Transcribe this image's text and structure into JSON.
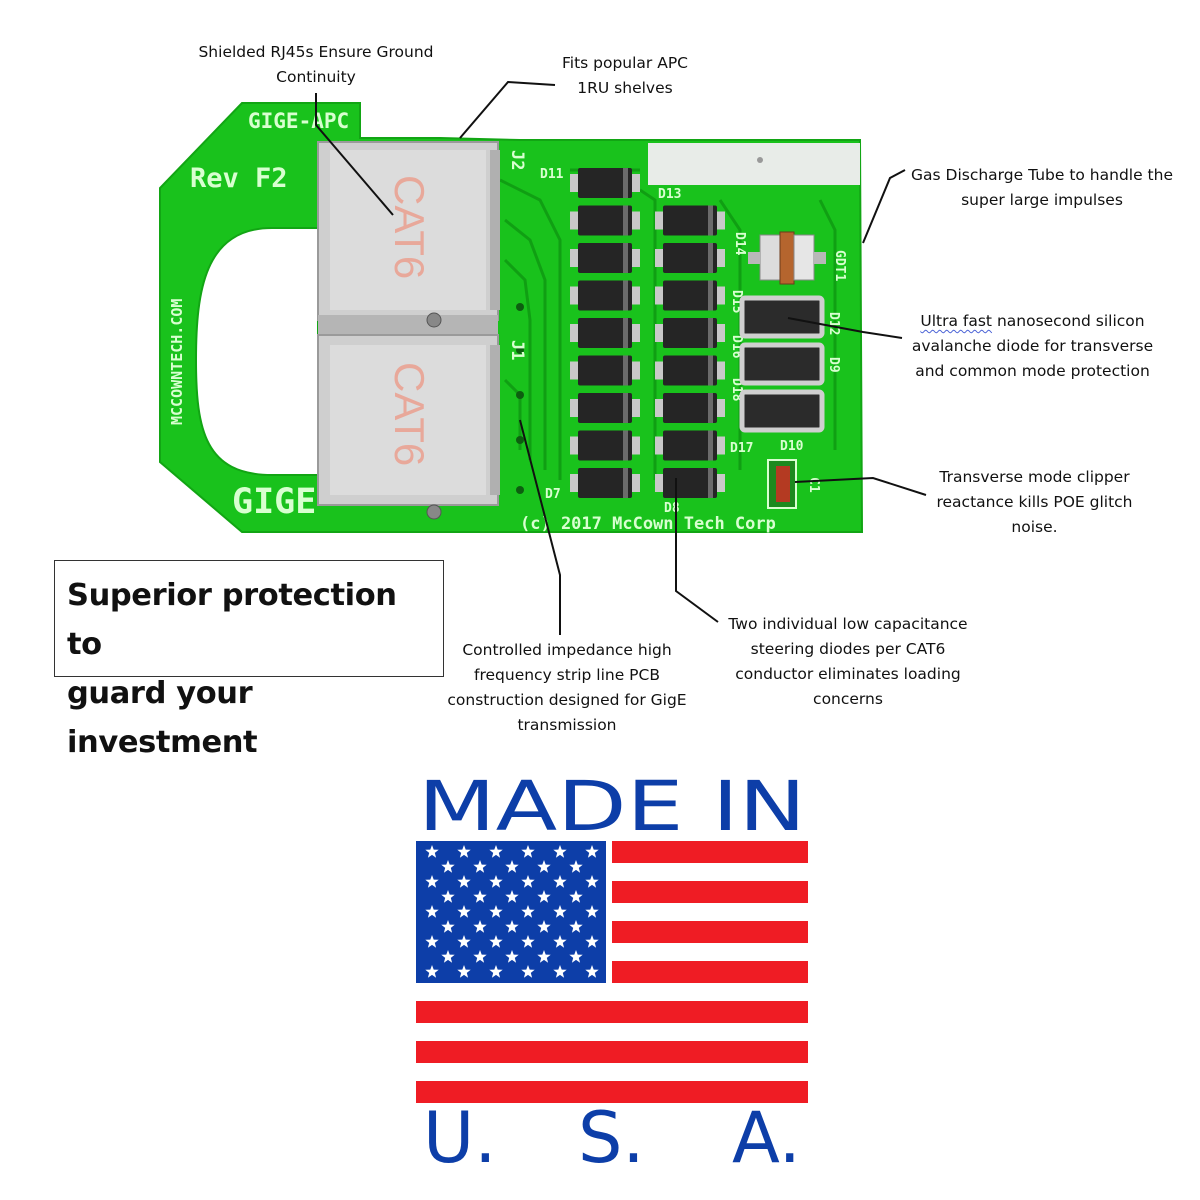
{
  "pcb": {
    "silkscreen": {
      "model": "GIGE-APC",
      "revision": "Rev F2",
      "website": "MCCOWNTECH.COM",
      "gige": "GIGE",
      "copyright": "(c) 2017 McCown Tech Corp",
      "jack_upper_ref": "J2",
      "jack_lower_ref": "J1",
      "jack_label": "CAT6",
      "gdt_ref": "GDT1",
      "cap_ref": "C1",
      "diode_refs": [
        "D11",
        "D13",
        "D14",
        "D15",
        "D16",
        "D18",
        "D12",
        "D9",
        "D17",
        "D10",
        "D7",
        "D8"
      ]
    }
  },
  "callouts": {
    "rj45": [
      "Shielded RJ45s Ensure Ground",
      "Continuity"
    ],
    "apc": [
      "Fits popular APC",
      "1RU shelves"
    ],
    "gdt": [
      "Gas Discharge Tube to handle the",
      "super large impulses"
    ],
    "avalanche_prefix": "Ultra fast",
    "avalanche": [
      " nanosecond silicon",
      "avalanche diode for transverse",
      "and common mode protection"
    ],
    "clipper": [
      "Transverse mode clipper",
      "reactance kills POE glitch",
      "noise."
    ],
    "steering": [
      "Two individual low capacitance",
      "steering diodes per CAT6",
      "conductor eliminates loading",
      "concerns"
    ],
    "stripline": [
      "Controlled impedance high",
      "frequency strip line PCB",
      "construction designed for GigE",
      "transmission"
    ]
  },
  "tagline": "Superior protection to\nguard your investment",
  "made_in_usa": {
    "top": "MADE IN",
    "bottom": [
      "U.",
      "S.",
      "A."
    ]
  },
  "colors": {
    "pcb_green": "#19c21c",
    "silkscreen": "#d8ffd0",
    "flag_red": "#ef1c24",
    "flag_blue": "#0d3ea8",
    "usa_text_blue": "#0d3ea8"
  }
}
